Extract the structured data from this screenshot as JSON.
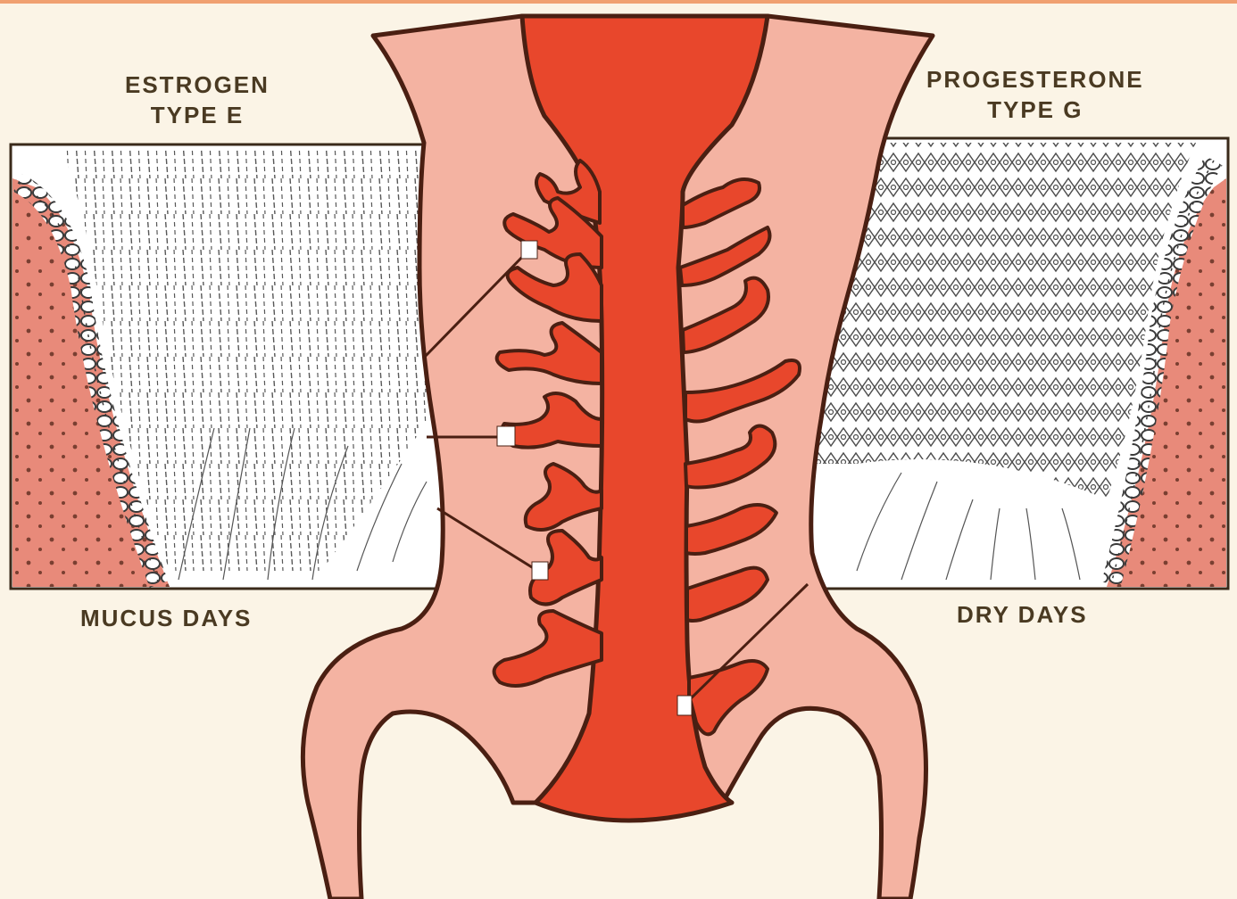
{
  "labels": {
    "estrogen_line1": "ESTROGEN",
    "estrogen_line2": "TYPE E",
    "progesterone_line1": "PROGESTERONE",
    "progesterone_line2": "TYPE G",
    "mucus_days": "MUCUS DAYS",
    "dry_days": "DRY DAYS"
  },
  "colors": {
    "background": "#fbf4e6",
    "cervix_tissue": "#f4b3a2",
    "canal_red": "#e8472c",
    "outline": "#4a1f12",
    "panel_tissue": "#e88a7a"
  }
}
